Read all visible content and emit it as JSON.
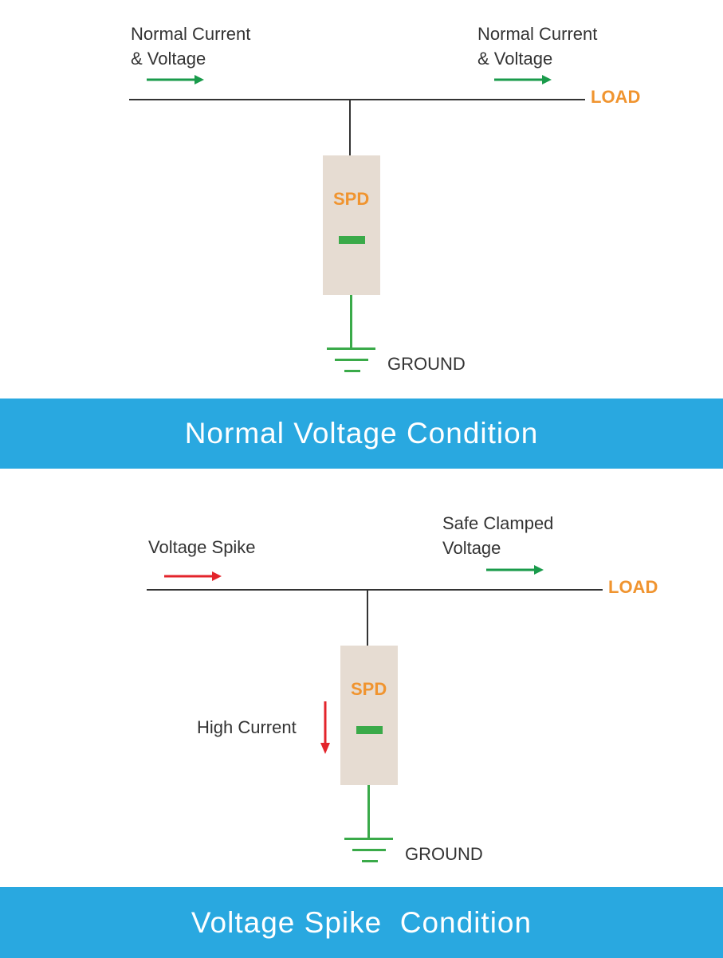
{
  "colors": {
    "wire": "#333333",
    "normal_arrow": "#1a9b4b",
    "spike_arrow": "#e3242b",
    "ground": "#3aaa49",
    "spd_box": "#e6dcd2",
    "spd_indicator": "#3aaa49",
    "label_accent": "#f0942f",
    "banner": "#29a8e0"
  },
  "normal": {
    "input_label": "Normal Current\n& Voltage",
    "output_label": "Normal Current\n& Voltage",
    "load_label": "LOAD",
    "spd_label": "SPD",
    "ground_label": "GROUND",
    "banner": "Normal Voltage Condition"
  },
  "spike": {
    "input_label": "Voltage Spike",
    "output_label": "Safe Clamped\nVoltage",
    "current_label": "High Current",
    "load_label": "LOAD",
    "spd_label": "SPD",
    "ground_label": "GROUND",
    "banner": "Voltage Spike  Condition"
  }
}
